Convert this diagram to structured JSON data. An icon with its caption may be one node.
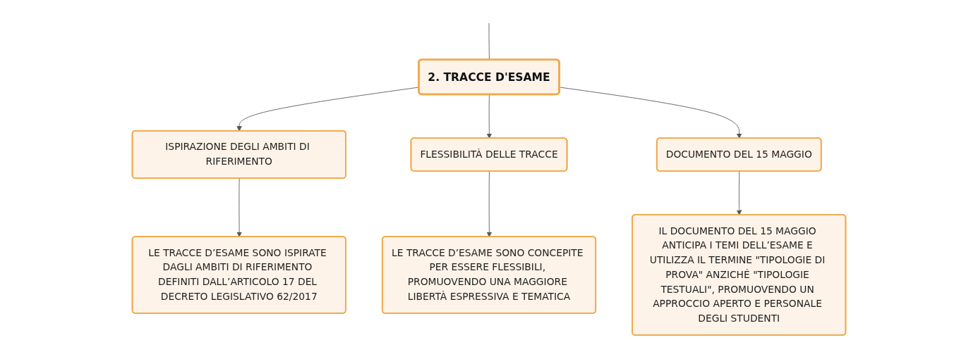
{
  "diagram": {
    "nodes": [
      {
        "text": [
          "2. TRACCE D'ESAME"
        ]
      },
      {
        "text": [
          "ISPIRAZIONE DEGLI AMBITI DI RIFERIMENTO"
        ]
      },
      {
        "text": [
          "FLESSIBILITÀ DELLE TRACCE"
        ]
      },
      {
        "text": [
          "DOCUMENTO DEL 15 MAGGIO"
        ]
      },
      {
        "text": [
          "LE TRACCE D’ESAME SONO ISPIRATE DAGLI AMBITI DI RIFERIMENTO DEFINITI DALL’ARTICOLO 17 DEL DECRETO LEGISLATIVO 62/2017"
        ]
      },
      {
        "text": [
          "LE TRACCE D’ESAME SONO CONCEPITE PER ESSERE FLESSIBILI, PROMUOVENDO UNA MAGGIORE LIBERTÀ ESPRESSIVA E TEMATICA"
        ]
      },
      {
        "text": [
          "IL DOCUMENTO DEL 15 MAGGIO ANTICIPA I TEMI DELL’ESAME E UTILIZZA IL TERMINE \"TIPOLOGIE DI PROVA\" ANZICHÉ \"TIPOLOGIE TESTUALI\", PROMUOVENDO UN APPROCCIO APERTO E PERSONALE DEGLI STUDENTI"
        ]
      }
    ],
    "edges": [
      {
        "from": null,
        "to": 0,
        "arrow": "none"
      },
      {
        "from": 0,
        "to": 1,
        "arrow": "to"
      },
      {
        "from": 0,
        "to": 2,
        "arrow": "to"
      },
      {
        "from": 0,
        "to": 3,
        "arrow": "to"
      },
      {
        "from": 1,
        "to": 4,
        "arrow": "to"
      },
      {
        "from": 2,
        "to": 5,
        "arrow": "to"
      },
      {
        "from": 3,
        "to": 6,
        "arrow": "to"
      }
    ]
  }
}
